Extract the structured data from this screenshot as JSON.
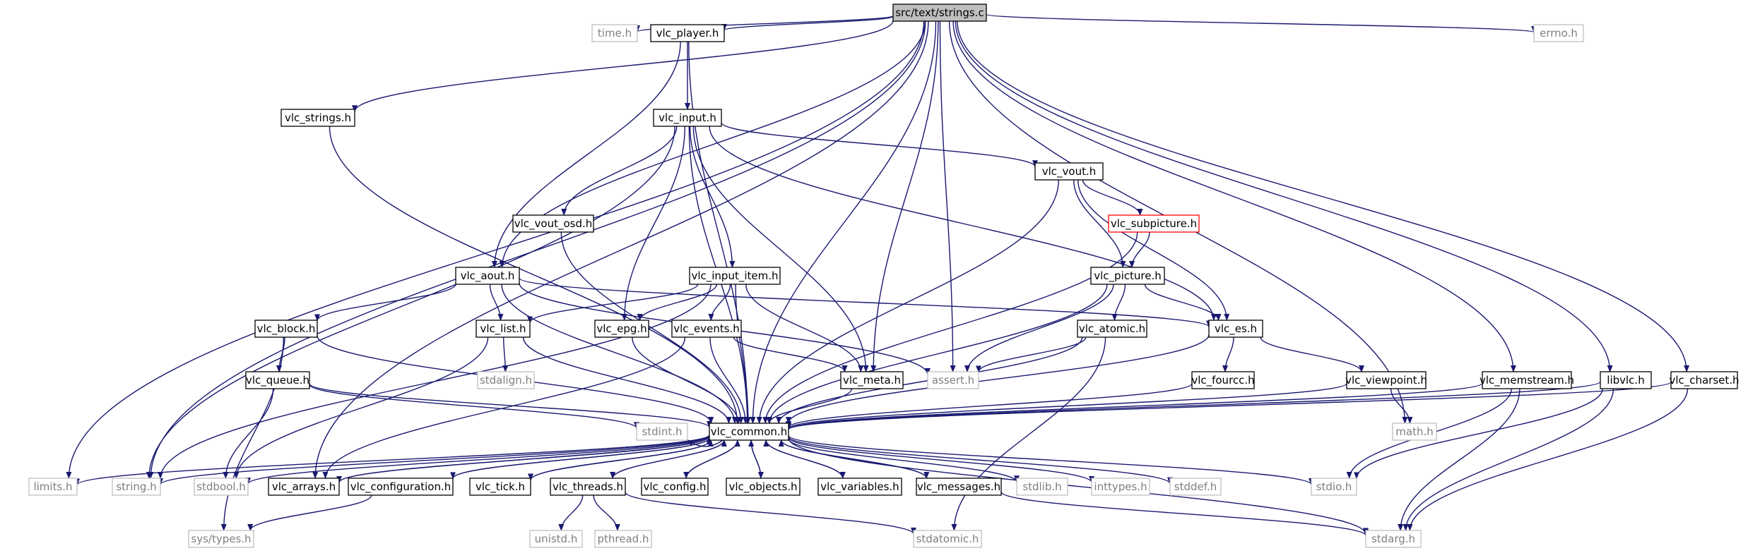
{
  "diagram": {
    "colors": {
      "edge": "#191970",
      "root_fill": "#bfbfbf",
      "root_stroke": "#000000",
      "node_stroke": "#000000",
      "external_stroke": "#bfbfbf",
      "external_text": "#7f7f7f",
      "highlight_stroke": "#ff0000"
    },
    "nodes": [
      {
        "id": "strings_c",
        "label": "src/text/strings.c",
        "kind": "root"
      },
      {
        "id": "time_h",
        "label": "time.h",
        "kind": "external"
      },
      {
        "id": "vlc_player_h",
        "label": "vlc_player.h",
        "kind": "header"
      },
      {
        "id": "errno_h",
        "label": "errno.h",
        "kind": "external"
      },
      {
        "id": "vlc_strings_h",
        "label": "vlc_strings.h",
        "kind": "header"
      },
      {
        "id": "vlc_input_h",
        "label": "vlc_input.h",
        "kind": "header"
      },
      {
        "id": "vlc_vout_h",
        "label": "vlc_vout.h",
        "kind": "header"
      },
      {
        "id": "vlc_vout_osd_h",
        "label": "vlc_vout_osd.h",
        "kind": "header"
      },
      {
        "id": "vlc_subpicture_h",
        "label": "vlc_subpicture.h",
        "kind": "highlight"
      },
      {
        "id": "vlc_aout_h",
        "label": "vlc_aout.h",
        "kind": "header"
      },
      {
        "id": "vlc_input_item_h",
        "label": "vlc_input_item.h",
        "kind": "header"
      },
      {
        "id": "vlc_picture_h",
        "label": "vlc_picture.h",
        "kind": "header"
      },
      {
        "id": "vlc_block_h",
        "label": "vlc_block.h",
        "kind": "header"
      },
      {
        "id": "vlc_list_h",
        "label": "vlc_list.h",
        "kind": "header"
      },
      {
        "id": "vlc_epg_h",
        "label": "vlc_epg.h",
        "kind": "header"
      },
      {
        "id": "vlc_events_h",
        "label": "vlc_events.h",
        "kind": "header"
      },
      {
        "id": "vlc_atomic_h",
        "label": "vlc_atomic.h",
        "kind": "header"
      },
      {
        "id": "vlc_es_h",
        "label": "vlc_es.h",
        "kind": "header"
      },
      {
        "id": "stdalign_h",
        "label": "stdalign.h",
        "kind": "external"
      },
      {
        "id": "assert_h",
        "label": "assert.h",
        "kind": "external"
      },
      {
        "id": "vlc_queue_h",
        "label": "vlc_queue.h",
        "kind": "header"
      },
      {
        "id": "vlc_meta_h",
        "label": "vlc_meta.h",
        "kind": "header"
      },
      {
        "id": "vlc_fourcc_h",
        "label": "vlc_fourcc.h",
        "kind": "header"
      },
      {
        "id": "vlc_viewpoint_h",
        "label": "vlc_viewpoint.h",
        "kind": "header"
      },
      {
        "id": "vlc_memstream_h",
        "label": "vlc_memstream.h",
        "kind": "header"
      },
      {
        "id": "libvlc_h",
        "label": "libvlc.h",
        "kind": "header"
      },
      {
        "id": "vlc_charset_h",
        "label": "vlc_charset.h",
        "kind": "header"
      },
      {
        "id": "stdint_h",
        "label": "stdint.h",
        "kind": "external"
      },
      {
        "id": "vlc_common_h",
        "label": "vlc_common.h",
        "kind": "header"
      },
      {
        "id": "math_h",
        "label": "math.h",
        "kind": "external"
      },
      {
        "id": "limits_h",
        "label": "limits.h",
        "kind": "external"
      },
      {
        "id": "string_h",
        "label": "string.h",
        "kind": "external"
      },
      {
        "id": "stdbool_h",
        "label": "stdbool.h",
        "kind": "external"
      },
      {
        "id": "vlc_arrays_h",
        "label": "vlc_arrays.h",
        "kind": "header"
      },
      {
        "id": "vlc_configuration_h",
        "label": "vlc_configuration.h",
        "kind": "header"
      },
      {
        "id": "vlc_tick_h",
        "label": "vlc_tick.h",
        "kind": "header"
      },
      {
        "id": "vlc_threads_h",
        "label": "vlc_threads.h",
        "kind": "header"
      },
      {
        "id": "vlc_config_h",
        "label": "vlc_config.h",
        "kind": "header"
      },
      {
        "id": "vlc_objects_h",
        "label": "vlc_objects.h",
        "kind": "header"
      },
      {
        "id": "vlc_variables_h",
        "label": "vlc_variables.h",
        "kind": "header"
      },
      {
        "id": "vlc_messages_h",
        "label": "vlc_messages.h",
        "kind": "header"
      },
      {
        "id": "stdlib_h",
        "label": "stdlib.h",
        "kind": "external"
      },
      {
        "id": "inttypes_h",
        "label": "inttypes.h",
        "kind": "external"
      },
      {
        "id": "stddef_h",
        "label": "stddef.h",
        "kind": "external"
      },
      {
        "id": "stdio_h",
        "label": "stdio.h",
        "kind": "external"
      },
      {
        "id": "sys_types_h",
        "label": "sys/types.h",
        "kind": "external"
      },
      {
        "id": "unistd_h",
        "label": "unistd.h",
        "kind": "external"
      },
      {
        "id": "pthread_h",
        "label": "pthread.h",
        "kind": "external"
      },
      {
        "id": "stdatomic_h",
        "label": "stdatomic.h",
        "kind": "external"
      },
      {
        "id": "stdarg_h",
        "label": "stdarg.h",
        "kind": "external"
      }
    ],
    "edges": [
      [
        "strings_c",
        "time_h"
      ],
      [
        "strings_c",
        "vlc_player_h"
      ],
      [
        "strings_c",
        "errno_h"
      ],
      [
        "strings_c",
        "vlc_strings_h"
      ],
      [
        "strings_c",
        "vlc_aout_h"
      ],
      [
        "strings_c",
        "vlc_meta_h"
      ],
      [
        "strings_c",
        "assert_h"
      ],
      [
        "strings_c",
        "vlc_common_h"
      ],
      [
        "strings_c",
        "math_h"
      ],
      [
        "strings_c",
        "vlc_memstream_h"
      ],
      [
        "strings_c",
        "libvlc_h"
      ],
      [
        "strings_c",
        "vlc_charset_h"
      ],
      [
        "strings_c",
        "limits_h"
      ],
      [
        "strings_c",
        "string_h"
      ],
      [
        "strings_c",
        "vlc_arrays_h"
      ],
      [
        "vlc_player_h",
        "vlc_input_h"
      ],
      [
        "vlc_player_h",
        "vlc_aout_h"
      ],
      [
        "vlc_player_h",
        "vlc_common_h"
      ],
      [
        "vlc_strings_h",
        "vlc_common_h"
      ],
      [
        "vlc_input_h",
        "vlc_vout_h"
      ],
      [
        "vlc_input_h",
        "vlc_vout_osd_h"
      ],
      [
        "vlc_input_h",
        "vlc_input_item_h"
      ],
      [
        "vlc_input_h",
        "vlc_epg_h"
      ],
      [
        "vlc_input_h",
        "vlc_es_h"
      ],
      [
        "vlc_input_h",
        "vlc_meta_h"
      ],
      [
        "vlc_input_h",
        "vlc_common_h"
      ],
      [
        "vlc_input_h",
        "string_h"
      ],
      [
        "vlc_vout_h",
        "vlc_subpicture_h"
      ],
      [
        "vlc_vout_h",
        "vlc_picture_h"
      ],
      [
        "vlc_vout_h",
        "vlc_es_h"
      ],
      [
        "vlc_vout_h",
        "vlc_common_h"
      ],
      [
        "vlc_vout_osd_h",
        "vlc_common_h"
      ],
      [
        "vlc_subpicture_h",
        "vlc_picture_h"
      ],
      [
        "vlc_subpicture_h",
        "vlc_common_h"
      ],
      [
        "vlc_aout_h",
        "vlc_block_h"
      ],
      [
        "vlc_aout_h",
        "vlc_list_h"
      ],
      [
        "vlc_aout_h",
        "vlc_es_h"
      ],
      [
        "vlc_aout_h",
        "assert_h"
      ],
      [
        "vlc_aout_h",
        "vlc_common_h"
      ],
      [
        "vlc_input_item_h",
        "vlc_list_h"
      ],
      [
        "vlc_input_item_h",
        "vlc_epg_h"
      ],
      [
        "vlc_input_item_h",
        "vlc_events_h"
      ],
      [
        "vlc_input_item_h",
        "vlc_meta_h"
      ],
      [
        "vlc_input_item_h",
        "vlc_common_h"
      ],
      [
        "vlc_input_item_h",
        "string_h"
      ],
      [
        "vlc_picture_h",
        "vlc_atomic_h"
      ],
      [
        "vlc_picture_h",
        "vlc_es_h"
      ],
      [
        "vlc_picture_h",
        "assert_h"
      ],
      [
        "vlc_picture_h",
        "vlc_common_h"
      ],
      [
        "vlc_block_h",
        "vlc_queue_h"
      ],
      [
        "vlc_block_h",
        "vlc_common_h"
      ],
      [
        "vlc_block_h",
        "sys_types_h"
      ],
      [
        "vlc_list_h",
        "stdalign_h"
      ],
      [
        "vlc_list_h",
        "stdbool_h"
      ],
      [
        "vlc_list_h",
        "vlc_common_h"
      ],
      [
        "vlc_epg_h",
        "vlc_common_h"
      ],
      [
        "vlc_events_h",
        "vlc_meta_h"
      ],
      [
        "vlc_events_h",
        "vlc_common_h"
      ],
      [
        "vlc_events_h",
        "vlc_arrays_h"
      ],
      [
        "vlc_atomic_h",
        "assert_h"
      ],
      [
        "vlc_atomic_h",
        "vlc_common_h"
      ],
      [
        "vlc_atomic_h",
        "stdatomic_h"
      ],
      [
        "vlc_es_h",
        "vlc_fourcc_h"
      ],
      [
        "vlc_es_h",
        "vlc_viewpoint_h"
      ],
      [
        "vlc_es_h",
        "vlc_common_h"
      ],
      [
        "vlc_queue_h",
        "stdint_h"
      ],
      [
        "vlc_queue_h",
        "stdbool_h"
      ],
      [
        "vlc_queue_h",
        "vlc_common_h"
      ],
      [
        "vlc_meta_h",
        "vlc_common_h"
      ],
      [
        "vlc_fourcc_h",
        "vlc_common_h"
      ],
      [
        "vlc_viewpoint_h",
        "math_h"
      ],
      [
        "vlc_viewpoint_h",
        "vlc_common_h"
      ],
      [
        "vlc_memstream_h",
        "stdarg_h"
      ],
      [
        "vlc_memstream_h",
        "stdio_h"
      ],
      [
        "vlc_memstream_h",
        "vlc_common_h"
      ],
      [
        "libvlc_h",
        "stdio_h"
      ],
      [
        "libvlc_h",
        "stdarg_h"
      ],
      [
        "libvlc_h",
        "vlc_common_h"
      ],
      [
        "vlc_charset_h",
        "stdarg_h"
      ],
      [
        "vlc_charset_h",
        "vlc_common_h"
      ],
      [
        "vlc_common_h",
        "stdint_h"
      ],
      [
        "vlc_common_h",
        "limits_h"
      ],
      [
        "vlc_common_h",
        "string_h"
      ],
      [
        "vlc_common_h",
        "stdbool_h"
      ],
      [
        "vlc_common_h",
        "vlc_arrays_h"
      ],
      [
        "vlc_common_h",
        "vlc_configuration_h"
      ],
      [
        "vlc_common_h",
        "vlc_tick_h"
      ],
      [
        "vlc_common_h",
        "vlc_threads_h"
      ],
      [
        "vlc_common_h",
        "vlc_config_h"
      ],
      [
        "vlc_common_h",
        "vlc_objects_h"
      ],
      [
        "vlc_common_h",
        "vlc_variables_h"
      ],
      [
        "vlc_common_h",
        "vlc_messages_h"
      ],
      [
        "vlc_common_h",
        "stdlib_h"
      ],
      [
        "vlc_common_h",
        "inttypes_h"
      ],
      [
        "vlc_common_h",
        "stddef_h"
      ],
      [
        "vlc_common_h",
        "stdio_h"
      ],
      [
        "vlc_common_h",
        "stdarg_h"
      ],
      [
        "vlc_arrays_h",
        "vlc_common_h"
      ],
      [
        "vlc_configuration_h",
        "vlc_common_h"
      ],
      [
        "vlc_tick_h",
        "vlc_common_h"
      ],
      [
        "vlc_threads_h",
        "vlc_common_h"
      ],
      [
        "vlc_config_h",
        "vlc_common_h"
      ],
      [
        "vlc_objects_h",
        "vlc_common_h"
      ],
      [
        "vlc_variables_h",
        "vlc_common_h"
      ],
      [
        "vlc_messages_h",
        "vlc_common_h"
      ],
      [
        "vlc_configuration_h",
        "sys_types_h"
      ],
      [
        "vlc_threads_h",
        "unistd_h"
      ],
      [
        "vlc_threads_h",
        "pthread_h"
      ],
      [
        "vlc_threads_h",
        "stdatomic_h"
      ],
      [
        "vlc_messages_h",
        "stdarg_h"
      ]
    ]
  }
}
